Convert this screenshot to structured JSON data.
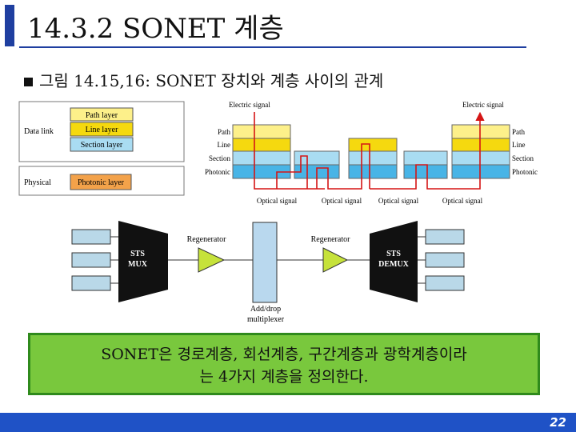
{
  "slide": {
    "title": "14.3.2 SONET 계층",
    "bullet": "그림 14.15,16: SONET 장치와 계층 사이의 관계",
    "callout_line1": "SONET은 경로계층, 회선계층, 구간계층과 광학계층이라",
    "callout_line2": "는 4가지 계층을 정의한다.",
    "page_number": "22"
  },
  "layer_table": {
    "data_link_label": "Data link",
    "physical_label": "Physical",
    "path_layer": "Path layer",
    "line_layer": "Line layer",
    "section_layer": "Section layer",
    "photonic_layer": "Photonic layer"
  },
  "layer_stack": {
    "electric_in": "Electric signal",
    "electric_out": "Electric signal",
    "left_labels": [
      "Path",
      "Line",
      "Section",
      "Photonic"
    ],
    "right_labels": [
      "Path",
      "Line",
      "Section",
      "Photonic"
    ],
    "optical_labels": [
      "Optical signal",
      "Optical signal",
      "Optical signal",
      "Optical signal"
    ]
  },
  "devices": {
    "mux_line1": "STS",
    "mux_line2": "MUX",
    "demux_line1": "STS",
    "demux_line2": "DEMUX",
    "regenerator_left": "Regenerator",
    "regenerator_right": "Regenerator",
    "adm_line1": "Add/drop",
    "adm_line2": "multiplexer"
  },
  "colors": {
    "path": "#fdf08a",
    "line": "#f5d90f",
    "section": "#a9dcf2",
    "photonic": "#48b4e6",
    "orange": "#f3a24a",
    "signal": "#d51515",
    "title_blue": "#1f3fa0",
    "callout": "#79c83d",
    "footer": "#1f52c6"
  }
}
